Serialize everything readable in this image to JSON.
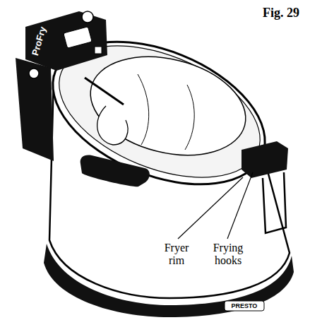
{
  "diagram": {
    "labels": [
      "Fig. 29",
      "Fryer rim",
      "Frying hooks",
      "ProFry",
      "PRESTO"
    ]
  }
}
